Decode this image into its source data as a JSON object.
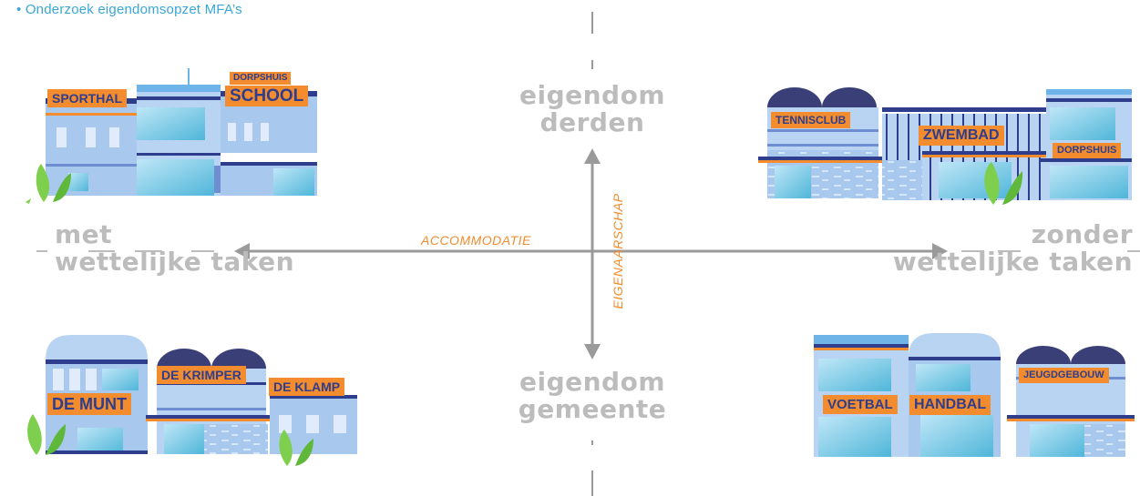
{
  "bullet": "• Onderzoek eigendomsopzet MFA’s",
  "axes": {
    "top": [
      "eigendom",
      "derden"
    ],
    "bottom": [
      "eigendom",
      "gemeente"
    ],
    "left": [
      "met",
      "wettelijke taken"
    ],
    "right": [
      "zonder",
      "wettelijke taken"
    ],
    "horizontal_label": "ACCOMMODATIE",
    "vertical_label": "EIGENAARSCHAP"
  },
  "quadrants": {
    "top_left": {
      "tags": [
        "SPORTHAL",
        "DORPSHUIS",
        "SCHOOL"
      ]
    },
    "top_right": {
      "tags": [
        "TENNISCLUB",
        "ZWEMBAD",
        "DORPSHUIS"
      ]
    },
    "bottom_left": {
      "tags": [
        "DE MUNT",
        "DE KRIMPER",
        "DE KLAMP"
      ]
    },
    "bottom_right": {
      "tags": [
        "VOETBAL",
        "HANDBAL",
        "JEUGDGEBOUW"
      ]
    }
  },
  "colors": {
    "orange": "#f28c2e",
    "navy": "#2e3e8c",
    "light_blue": "#a8c8ee",
    "grey": "#bcbcbc",
    "leaf": "#7fcf4f"
  }
}
